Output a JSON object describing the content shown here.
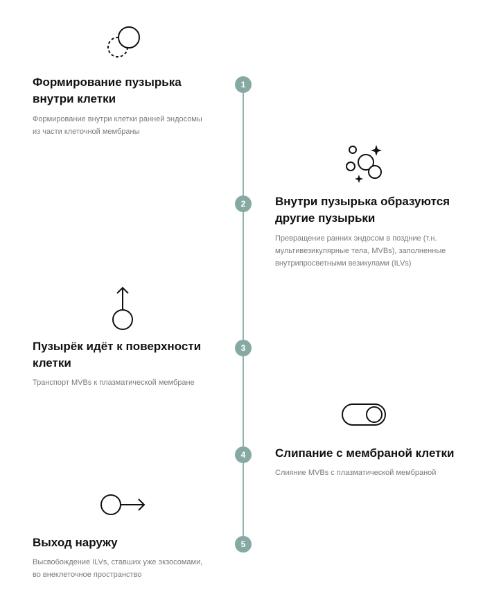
{
  "steps": [
    {
      "number": "1",
      "icon": "bubble-forming-icon",
      "title": "Формирование пузырька внутри клетки",
      "description": "Формирование внутри клетки ранней эндосомы из части клеточной мембраны"
    },
    {
      "number": "2",
      "icon": "bubbles-sparkle-icon",
      "title": "Внутри пузырька образуются другие пузырьки",
      "description": "Превращение ранних эндосом в поздние (т.н. мультивезикулярные тела, MVBs), заполненные внутрипросветными везикулами (ILVs)"
    },
    {
      "number": "3",
      "icon": "circle-arrow-up-icon",
      "title": "Пузырёк идёт к поверхности клетки",
      "description": "Транспорт MVBs к плазматической мембране"
    },
    {
      "number": "4",
      "icon": "toggle-icon",
      "title": "Слипание с мембраной клетки",
      "description": "Слияние MVBs с плазматической мембраной"
    },
    {
      "number": "5",
      "icon": "circle-arrow-right-icon",
      "title": "Выход наружу",
      "description": "Высвобождение ILVs, ставших уже экзосомами, во внеклеточное пространство"
    }
  ],
  "colors": {
    "accent": "#86aaa3",
    "title": "#111111",
    "description": "#7a7a7a"
  }
}
